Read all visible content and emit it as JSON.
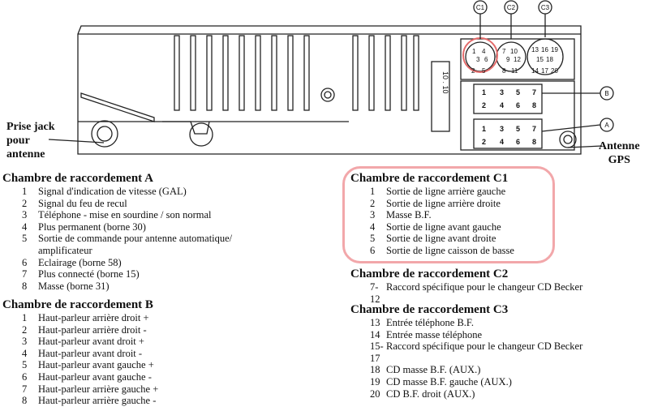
{
  "labels": {
    "jack_line1": "Prise jack",
    "jack_line2": "pour",
    "jack_line3": "antenne",
    "gps_line1": "Antenne",
    "gps_line2": "GPS"
  },
  "connectors": {
    "c1": "C1",
    "c2": "C2",
    "c3": "C3",
    "a": "A",
    "b": "B",
    "c1_pins": [
      "1",
      "4",
      "3",
      "6",
      "2",
      "5"
    ],
    "c2_pins": [
      "7",
      "10",
      "9",
      "12",
      "8",
      "11"
    ],
    "c3_pins": [
      "13",
      "16",
      "19",
      "15",
      "18",
      "14",
      "17",
      "20"
    ],
    "block_pins": [
      "1",
      "3",
      "5",
      "7",
      "2",
      "4",
      "6",
      "8"
    ],
    "side_mark": "10 . 10"
  },
  "section_a": {
    "title": "Chambre de raccordement A",
    "items": [
      {
        "num": "1",
        "text": "Signal d'indication de vitesse (GAL)"
      },
      {
        "num": "2",
        "text": "Signal du feu de recul"
      },
      {
        "num": "3",
        "text": "Téléphone - mise en sourdine / son normal"
      },
      {
        "num": "4",
        "text": "Plus permanent (borne 30)"
      },
      {
        "num": "5",
        "text": "Sortie de commande pour antenne automatique/"
      },
      {
        "num": "",
        "text": "amplificateur"
      },
      {
        "num": "6",
        "text": "Eclairage (borne 58)"
      },
      {
        "num": "7",
        "text": "Plus connecté (borne 15)"
      },
      {
        "num": "8",
        "text": "Masse (borne 31)"
      }
    ]
  },
  "section_b": {
    "title": "Chambre de raccordement B",
    "items": [
      {
        "num": "1",
        "text": "Haut-parleur arrière droit +"
      },
      {
        "num": "2",
        "text": "Haut-parleur arrière droit -"
      },
      {
        "num": "3",
        "text": "Haut-parleur avant droit +"
      },
      {
        "num": "4",
        "text": "Haut-parleur avant droit -"
      },
      {
        "num": "5",
        "text": "Haut-parleur avant gauche +"
      },
      {
        "num": "6",
        "text": "Haut-parleur avant gauche -"
      },
      {
        "num": "7",
        "text": "Haut-parleur arrière gauche +"
      },
      {
        "num": "8",
        "text": "Haut-parleur arrière gauche -"
      }
    ]
  },
  "section_c1": {
    "title": "Chambre de raccordement C1",
    "items": [
      {
        "num": "1",
        "text": "Sortie de ligne arrière gauche"
      },
      {
        "num": "2",
        "text": "Sortie de ligne arrière droite"
      },
      {
        "num": "3",
        "text": "Masse B.F."
      },
      {
        "num": "4",
        "text": "Sortie de ligne avant gauche"
      },
      {
        "num": "5",
        "text": "Sortie de ligne avant droite"
      },
      {
        "num": "6",
        "text": "Sortie de ligne caisson de basse"
      }
    ]
  },
  "section_c2": {
    "title": "Chambre de raccordement C2",
    "items": [
      {
        "num": "7-12",
        "text": "Raccord spécifique pour le changeur CD Becker"
      }
    ]
  },
  "section_c3": {
    "title": "Chambre de raccordement C3",
    "items": [
      {
        "num": "13",
        "text": "Entrée téléphone B.F."
      },
      {
        "num": "14",
        "text": "Entrée masse téléphone"
      },
      {
        "num": "15-17",
        "text": "Raccord spécifique pour le changeur CD Becker"
      },
      {
        "num": "18",
        "text": "CD masse B.F. (AUX.)"
      },
      {
        "num": "19",
        "text": "CD masse B.F. gauche (AUX.)"
      },
      {
        "num": "20",
        "text": "CD B.F. droit (AUX.)"
      }
    ]
  },
  "colors": {
    "highlight": "#f2a7aa",
    "line": "#222222"
  }
}
